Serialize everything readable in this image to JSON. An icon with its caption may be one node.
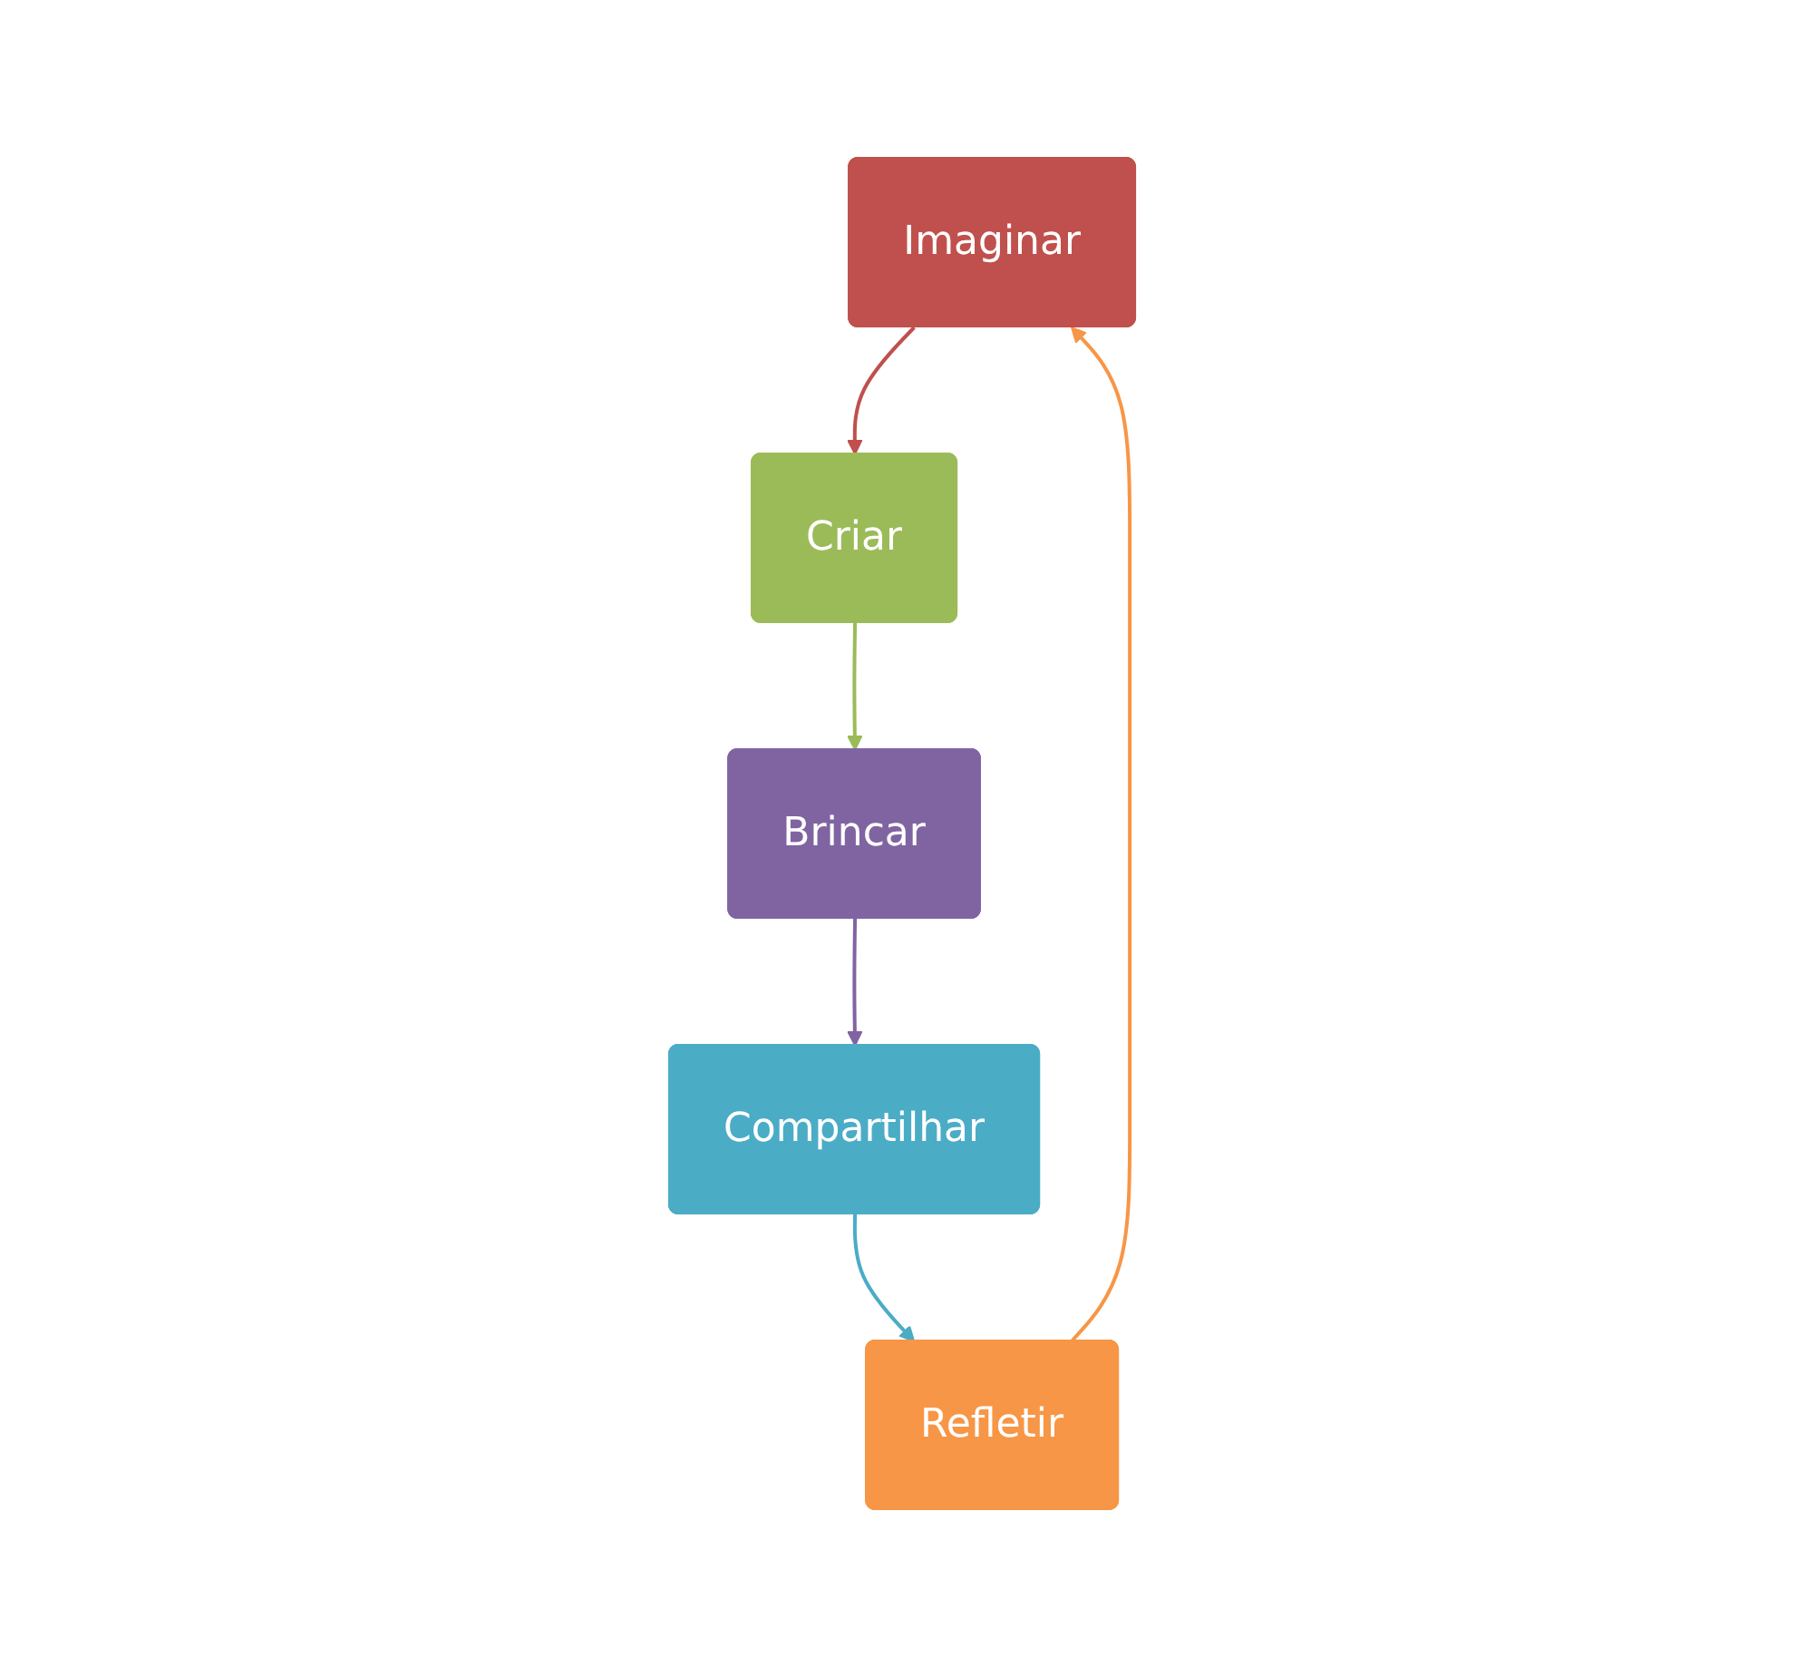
{
  "diagram": {
    "nodes": [
      {
        "text": [
          "Imaginar"
        ]
      },
      {
        "text": [
          "Criar"
        ]
      },
      {
        "text": [
          "Brincar"
        ]
      },
      {
        "text": [
          "Compartilhar"
        ]
      },
      {
        "text": [
          "Refletir"
        ]
      }
    ],
    "edges": [
      {
        "from": 0,
        "to": 1,
        "arrow": "to",
        "color": "#c0504d"
      },
      {
        "from": 1,
        "to": 2,
        "arrow": "to",
        "color": "#9bbb59"
      },
      {
        "from": 2,
        "to": 3,
        "arrow": "to",
        "color": "#8064a2"
      },
      {
        "from": 3,
        "to": 4,
        "arrow": "to",
        "color": "#4bacc6"
      },
      {
        "from": 4,
        "to": 0,
        "arrow": "to",
        "color": "#f79646"
      }
    ]
  }
}
